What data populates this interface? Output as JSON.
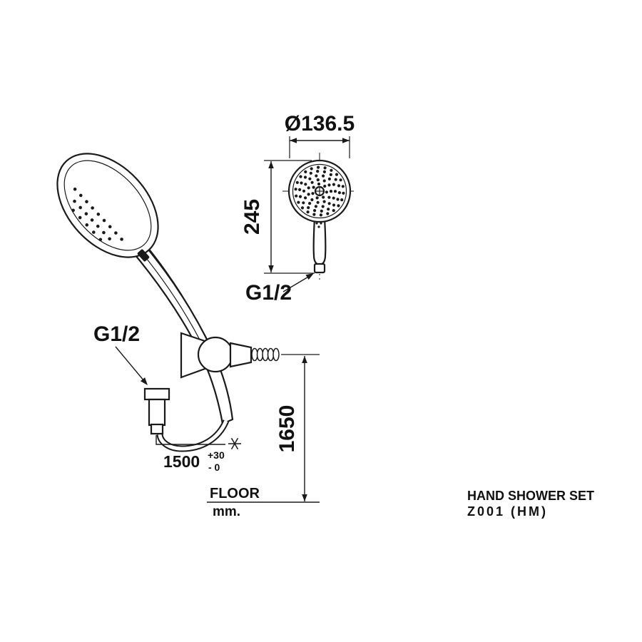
{
  "drawing": {
    "front_view": {
      "diameter": "Ø136.5",
      "height": "245",
      "thread": "G1/2"
    },
    "side_view": {
      "thread": "G1/2",
      "hose_length": "1500",
      "hose_tolerance_plus": "+30",
      "hose_tolerance_minus": "- 0",
      "mounting_height": "1650",
      "floor": "FLOOR",
      "units": "mm."
    },
    "title_block": {
      "product": "HAND SHOWER SET",
      "model": "Z001 (HM)"
    }
  }
}
